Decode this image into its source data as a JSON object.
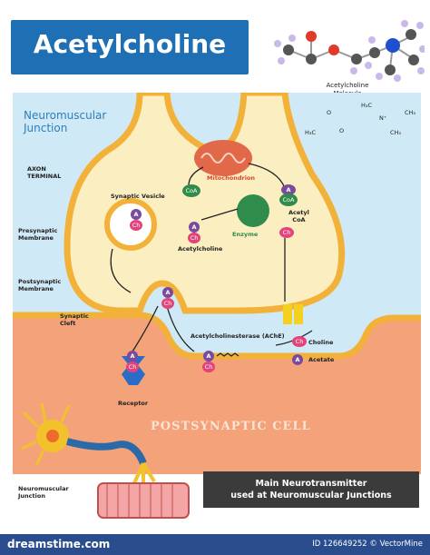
{
  "title": "Acetylcholine",
  "molecule": {
    "label_line1": "Acetylcholine",
    "label_line2": "Molecule"
  },
  "formula": {
    "h3c_top": "H₃C",
    "ch3_right": "CH₃",
    "n_plus": "N⁺",
    "h3c_left": "H₃C",
    "ch3_bottom": "CH₃",
    "o1": "O",
    "o2": "O"
  },
  "labels": {
    "neuromuscular_junction_line1": "Neuromuscular",
    "neuromuscular_junction_line2": "Junction",
    "axon_terminal_line1": "AXON",
    "axon_terminal_line2": "TERMINAL",
    "presynaptic_line1": "Presynaptic",
    "presynaptic_line2": "Membrane",
    "postsynaptic_line1": "Postsynaptic",
    "postsynaptic_line2": "Membrane",
    "synaptic_cleft_line1": "Synaptic",
    "synaptic_cleft_line2": "Cleft",
    "synaptic_vesicle": "Synaptic Vesicle",
    "mitochondrion": "Mitochondrion",
    "coa_left": "CoA",
    "coa_right": "CoA",
    "acetyl_coa_line1": "Acetyl",
    "acetyl_coa_line2": "CoA",
    "enzyme": "Enzyme",
    "acetylcholine": "Acetylcholine",
    "ache": "Acetylcholinesterase (AChE)",
    "choline": "Choline",
    "acetate": "Acetate",
    "receptor": "Receptor",
    "postsynaptic_cell": "POSTSYNAPTIC CELL",
    "neuromuscular_junction_small_line1": "Neuromuscular",
    "neuromuscular_junction_small_line2": "Junction",
    "a": "A",
    "ch": "Ch"
  },
  "caption": {
    "line1": "Main Neurotransmitter",
    "line2": "used at Neuromuscular Junctions"
  },
  "footer": {
    "left": "dreamstime.com",
    "right": "ID 126649252 © VectorMine"
  },
  "colors": {
    "title_bg": "#1e6fb3",
    "cleft_bg": "#cfe9f6",
    "axon_fill": "#fbeec0",
    "membrane": "#f2b23a",
    "postsynaptic": "#f4a27a",
    "ach_purple": "#7a4a9c",
    "choline_pink": "#e2437a",
    "mitochondrion": "#e1694a",
    "enzyme": "#2f8c4a",
    "footer_bg": "#2a4d8e"
  }
}
